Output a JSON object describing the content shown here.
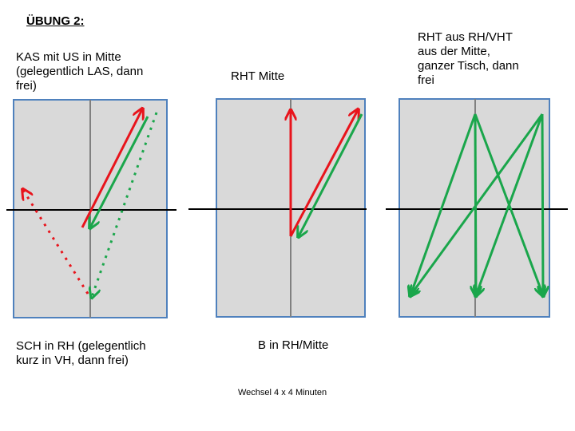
{
  "title": "ÜBUNG 2:",
  "panels": [
    {
      "label_top": "KAS mit US in Mitte\n(gelegentlich LAS, dann\nfrei)",
      "label_bottom": "SCH in RH (gelegentlich\nkurz in VH, dann frei)"
    },
    {
      "label_top": "RHT Mitte",
      "label_bottom": "B in RH/Mitte"
    },
    {
      "label_top": "RHT aus RH/VHT\naus der Mitte,\nganzer Tisch, dann\nfrei",
      "label_bottom": ""
    }
  ],
  "footer": "Wechsel 4 x 4 Minuten",
  "colors": {
    "table_fill": "#d9d9d9",
    "table_border": "#4f81bd",
    "center_line": "#808080",
    "net": "#000000",
    "red": "#e8141c",
    "green": "#1aa64b"
  }
}
